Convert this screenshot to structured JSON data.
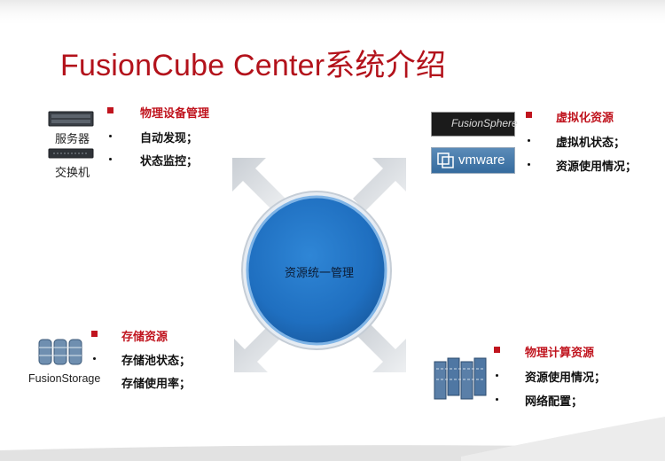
{
  "title": "FusionCube Center系统介绍",
  "center": {
    "label": "资源统一管理"
  },
  "physical_devices": {
    "title": "物理设备管理",
    "items": [
      "自动发现；",
      "状态监控；"
    ],
    "icon_labels": [
      "服务器",
      "交换机"
    ]
  },
  "virtualization": {
    "title": "虚拟化资源",
    "items": [
      "虚拟机状态；",
      "资源使用情况；"
    ],
    "logos": [
      "FusionSphere",
      "vmware"
    ]
  },
  "storage": {
    "title": "存储资源",
    "items": [
      "存储池状态；",
      "存储使用率；"
    ],
    "logo": "FusionStorage"
  },
  "compute": {
    "title": "物理计算资源",
    "items": [
      "资源使用情况；",
      "网络配置；"
    ]
  },
  "colors": {
    "accent": "#c0141e",
    "circle": "#1f6fc0"
  }
}
